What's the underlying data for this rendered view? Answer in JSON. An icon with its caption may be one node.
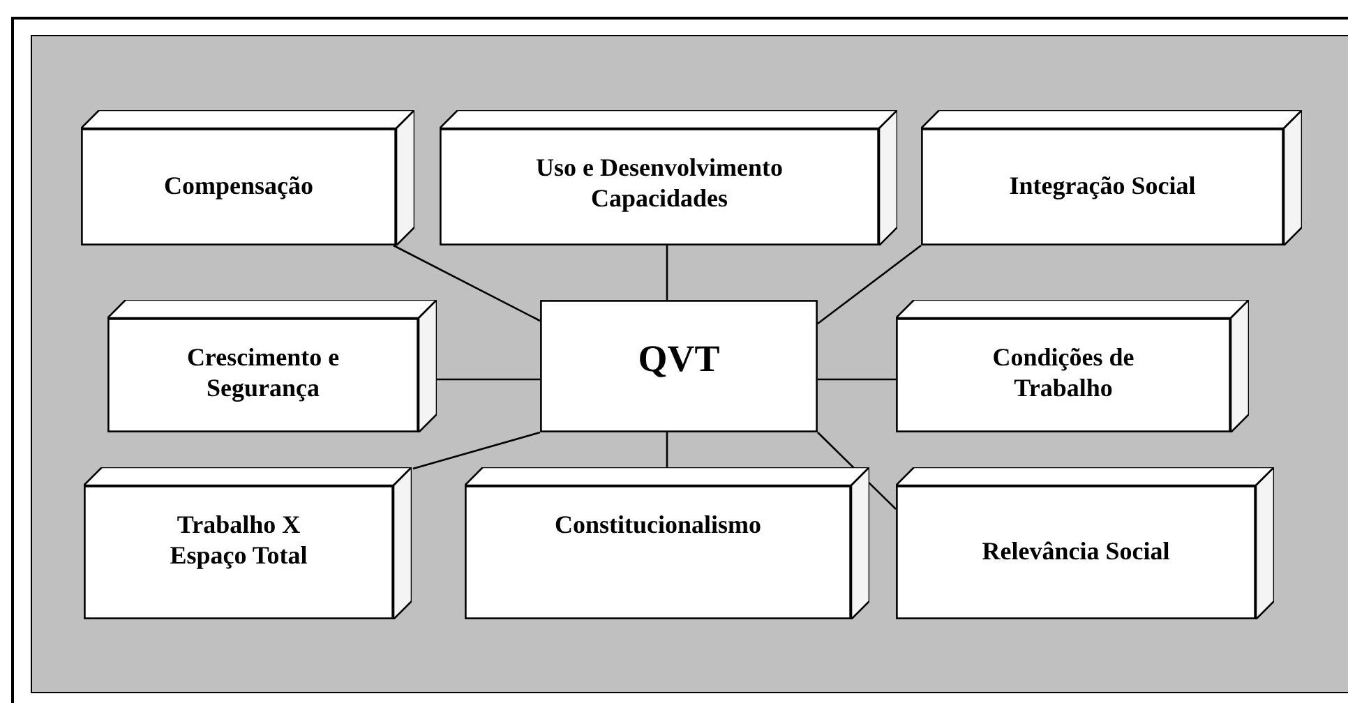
{
  "diagram": {
    "nodes": [
      {
        "text": [
          "Compensação"
        ]
      },
      {
        "text": [
          "Uso e Desenvolvimento Capacidades"
        ]
      },
      {
        "text": [
          "Integração Social"
        ]
      },
      {
        "text": [
          "Crescimento e Segurança"
        ]
      },
      {
        "text": [
          "QVT"
        ]
      },
      {
        "text": [
          "Condições de Trabalho"
        ]
      },
      {
        "text": [
          "Trabalho X Espaço Total"
        ]
      },
      {
        "text": [
          "Constitucionalismo"
        ]
      },
      {
        "text": [
          "Relevância Social"
        ]
      }
    ],
    "edges": [
      {
        "from": 4,
        "to": 0,
        "arrow": "none"
      },
      {
        "from": 4,
        "to": 1,
        "arrow": "none"
      },
      {
        "from": 4,
        "to": 2,
        "arrow": "none"
      },
      {
        "from": 4,
        "to": 3,
        "arrow": "none"
      },
      {
        "from": 4,
        "to": 5,
        "arrow": "none"
      },
      {
        "from": 4,
        "to": 6,
        "arrow": "none"
      },
      {
        "from": 4,
        "to": 7,
        "arrow": "none"
      },
      {
        "from": 4,
        "to": 8,
        "arrow": "none"
      }
    ]
  }
}
